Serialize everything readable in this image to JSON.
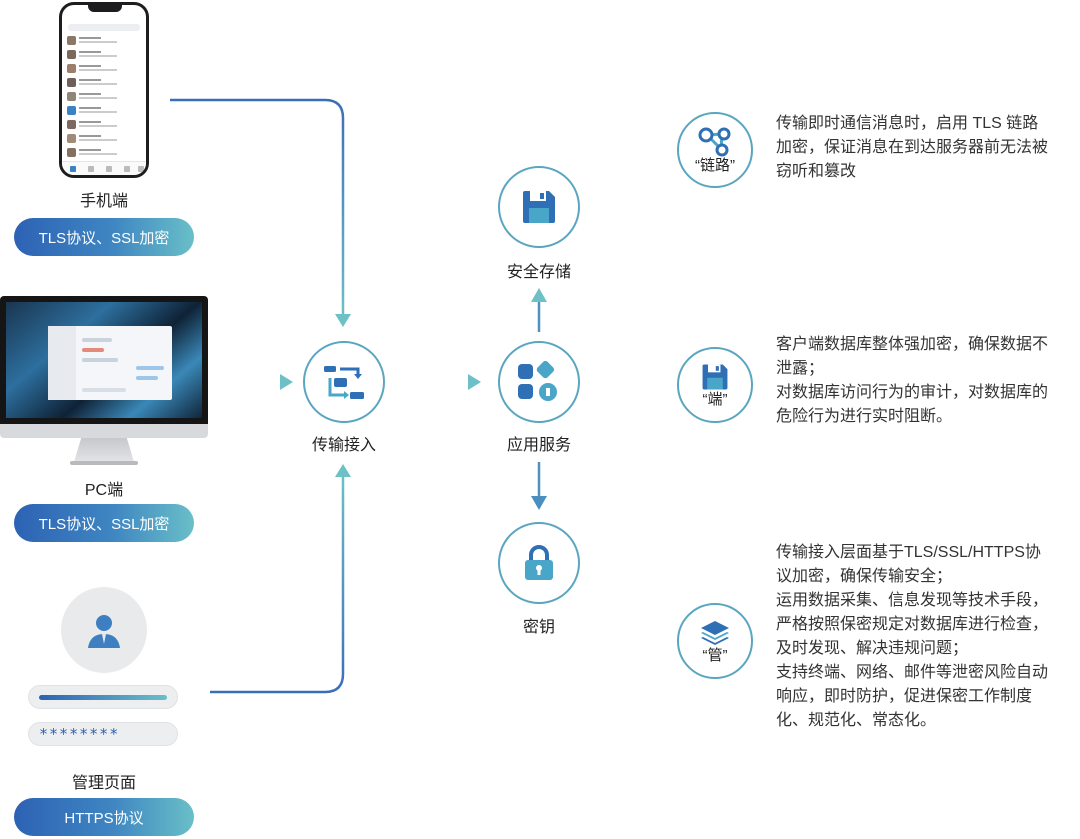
{
  "sources": {
    "mobile": {
      "label": "手机端",
      "protocol": "TLS协议、SSL加密"
    },
    "pc": {
      "label": "PC端",
      "protocol": "TLS协议、SSL加密"
    },
    "admin": {
      "label": "管理页面",
      "protocol": "HTTPS协议",
      "password_mask": "********"
    }
  },
  "nodes": {
    "transport": {
      "label": "传输接入",
      "icon": "transfer-icon"
    },
    "app_service": {
      "label": "应用服务",
      "icon": "apps-icon"
    },
    "storage": {
      "label": "安全存储",
      "icon": "save-icon"
    },
    "key": {
      "label": "密钥",
      "icon": "lock-icon"
    }
  },
  "features": [
    {
      "icon": "share-nodes-icon",
      "label": "“链路”",
      "lines": [
        "传输即时通信消息时，启用 TLS 链路",
        "加密，保证消息在到达服务器前无法被",
        "窃听和篡改"
      ]
    },
    {
      "icon": "save-icon",
      "label": "“端”",
      "lines": [
        "客户端数据库整体强加密，确保数据不",
        "泄露；",
        "对数据库访问行为的审计，对数据库的",
        "危险行为进行实时阻断。"
      ]
    },
    {
      "icon": "layers-icon",
      "label": "“管”",
      "lines": [
        "传输接入层面基于TLS/SSL/HTTPS协",
        "议加密，确保传输安全；",
        "运用数据采集、信息发现等技术手段，",
        "严格按照保密规定对数据库进行检查，",
        "及时发现、解决违规问题；",
        "支持终端、网络、邮件等泄密风险自动",
        "响应，即时防护，促进保密工作制度",
        "化、规范化、常态化。"
      ]
    }
  ],
  "colors": {
    "line_start": "#3a6fb8",
    "line_end": "#6cc0c6",
    "circle_border": "#5aa6c0",
    "icon_blue": "#2f6fb6"
  }
}
